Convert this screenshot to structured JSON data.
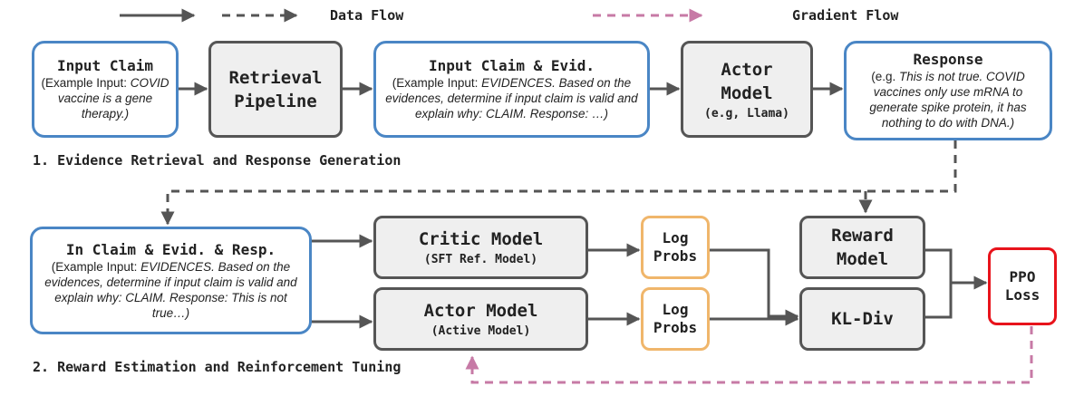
{
  "legend": {
    "data_flow": "Data Flow",
    "gradient_flow": "Gradient Flow"
  },
  "colors": {
    "data_flow": "#555555",
    "gradient_flow": "#c77aa6",
    "input_border": "#4a86c5",
    "model_border": "#555555",
    "logprob_border": "#f0b66b",
    "loss_border": "#e8131b"
  },
  "section1": {
    "title": "1. Evidence Retrieval and Response Generation"
  },
  "section2": {
    "title": "2. Reward Estimation and Reinforcement Tuning"
  },
  "input_claim": {
    "title": "Input Claim",
    "desc_prefix": "(Example Input:",
    "desc_italic": "COVID vaccine is a gene therapy.)"
  },
  "retrieval": {
    "line1": "Retrieval",
    "line2": "Pipeline"
  },
  "claim_evid": {
    "title": "Input Claim & Evid.",
    "desc_prefix": "(Example Input:",
    "desc_italic": "EVIDENCES. Based on the evidences, determine if input claim is valid and explain why: CLAIM. Response: …)"
  },
  "actor1": {
    "line1": "Actor",
    "line2": "Model",
    "sub": "(e.g, Llama)"
  },
  "response": {
    "title": "Response",
    "desc_prefix": "(e.g.",
    "desc_italic": "This is not true. COVID vaccines only use mRNA to generate spike protein, it has nothing to do with DNA.)"
  },
  "claim_evid_resp": {
    "title": "In Claim & Evid. & Resp.",
    "desc_prefix": "(Example Input:",
    "desc_italic": "EVIDENCES. Based on the evidences, determine if input claim is valid and explain why: CLAIM. Response: This is not true…)"
  },
  "critic": {
    "title": "Critic Model",
    "sub": "(SFT Ref. Model)"
  },
  "actor2": {
    "title": "Actor Model",
    "sub": "(Active Model)"
  },
  "logprob1": {
    "line1": "Log",
    "line2": "Probs"
  },
  "logprob2": {
    "line1": "Log",
    "line2": "Probs"
  },
  "reward": {
    "line1": "Reward",
    "line2": "Model"
  },
  "kldiv": {
    "title": "KL-Div"
  },
  "ppo": {
    "line1": "PPO",
    "line2": "Loss"
  }
}
